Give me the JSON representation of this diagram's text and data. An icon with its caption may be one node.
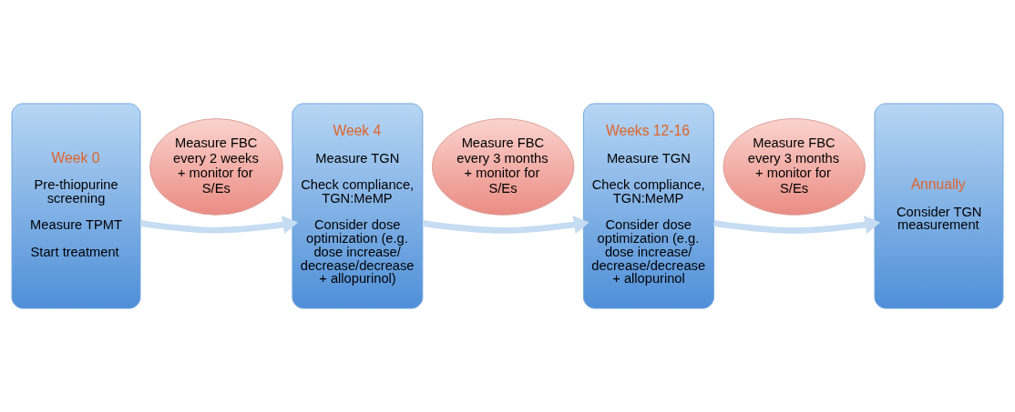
{
  "diagram": {
    "nodes": [
      {
        "text": [
          "Measure FBC every 2 weeks + monitor for S/Es"
        ]
      },
      {
        "text": [
          "Measure FBC every 3 months + monitor for S/Es"
        ]
      },
      {
        "text": [
          "Measure FBC every 3 months + monitor for S/Es"
        ]
      },
      {
        "text": [
          "Week 0",
          "Pre-thiopurine screening",
          "Measure TPMT",
          "Start treatment"
        ]
      },
      {
        "text": [
          "Week 4",
          "Measure TGN",
          "Check compliance, TGN:MeMP",
          "Consider dose optimization (e.g. dose increase/ decrease/decrease + allopurinol)"
        ]
      },
      {
        "text": [
          "Weeks 12-16",
          "Measure TGN",
          "Check compliance, TGN:MeMP",
          "Consider dose optimization (e.g. dose increase/ decrease/decrease + allopurinol"
        ]
      },
      {
        "text": [
          "Annually",
          "Consider TGN measurement"
        ]
      }
    ],
    "edges": [
      {
        "from": 3,
        "to": 4,
        "arrow": "to"
      },
      {
        "from": 4,
        "to": 5,
        "arrow": "to"
      },
      {
        "from": 5,
        "to": 6,
        "arrow": "to"
      }
    ]
  }
}
